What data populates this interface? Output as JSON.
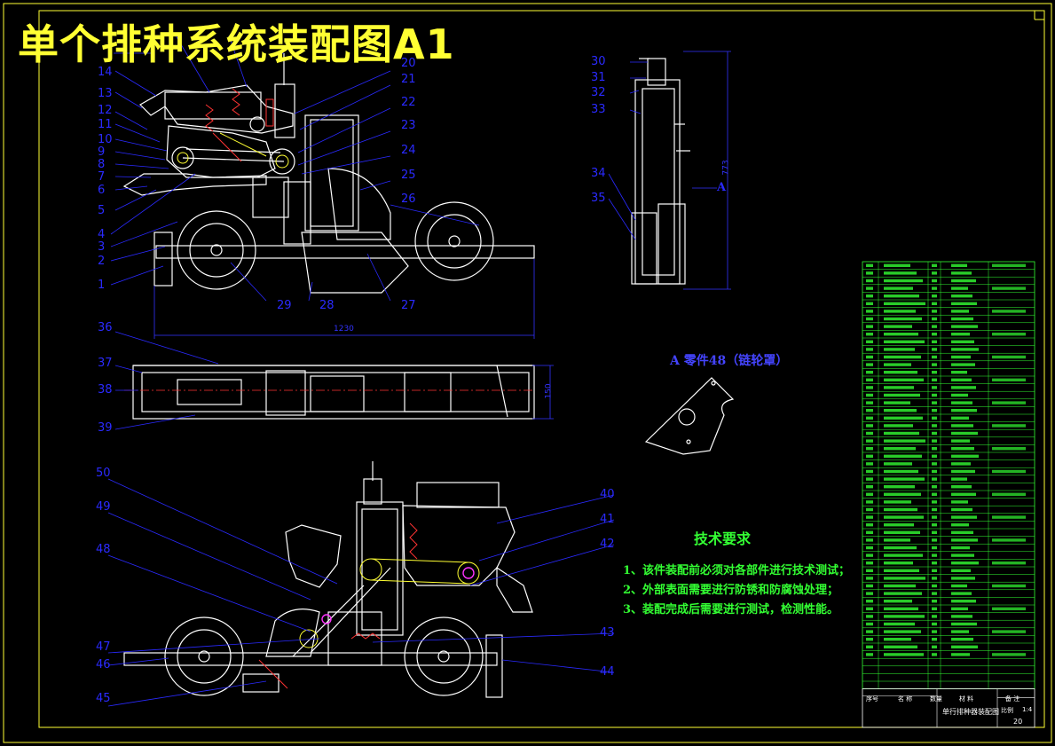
{
  "title": "单个排种系统装配图A1",
  "callouts_top": [
    "14",
    "13",
    "12",
    "11",
    "10",
    "9",
    "8",
    "7",
    "6",
    "5",
    "4",
    "3",
    "2",
    "1",
    "20",
    "21",
    "22",
    "23",
    "24",
    "25",
    "26",
    "27",
    "28",
    "29"
  ],
  "callouts_side": [
    "30",
    "31",
    "32",
    "33",
    "34",
    "35"
  ],
  "callouts_plan": [
    "36",
    "37",
    "38",
    "39"
  ],
  "callouts_bottom": [
    "50",
    "49",
    "48",
    "47",
    "46",
    "45",
    "40",
    "41",
    "42",
    "43",
    "44"
  ],
  "dimensions": {
    "length": "1230",
    "height": "773",
    "width": "150"
  },
  "section_marker": "A",
  "detail_label": "A   零件48（链轮罩）",
  "tech_requirements": {
    "title": "技术要求",
    "items": [
      "1、该件装配前必须对各部件进行技术测试；",
      "2、外部表面需要进行防锈和防腐蚀处理；",
      "3、装配完成后需要进行测试，检测性能。"
    ]
  },
  "title_block": {
    "drawing_name": "单行排种器装配图",
    "sheet_number": "20",
    "scale": "1:4",
    "material_label": "比例",
    "header": [
      "序号",
      "名  称",
      "数量",
      "材  料",
      "备  注"
    ]
  },
  "colors": {
    "bg": "#000000",
    "title": "#ffff33",
    "callout": "#2a2aff",
    "line": "#ffffff",
    "table": "#33ff33",
    "tech": "#33ff33",
    "hatch": "#ff3333"
  }
}
